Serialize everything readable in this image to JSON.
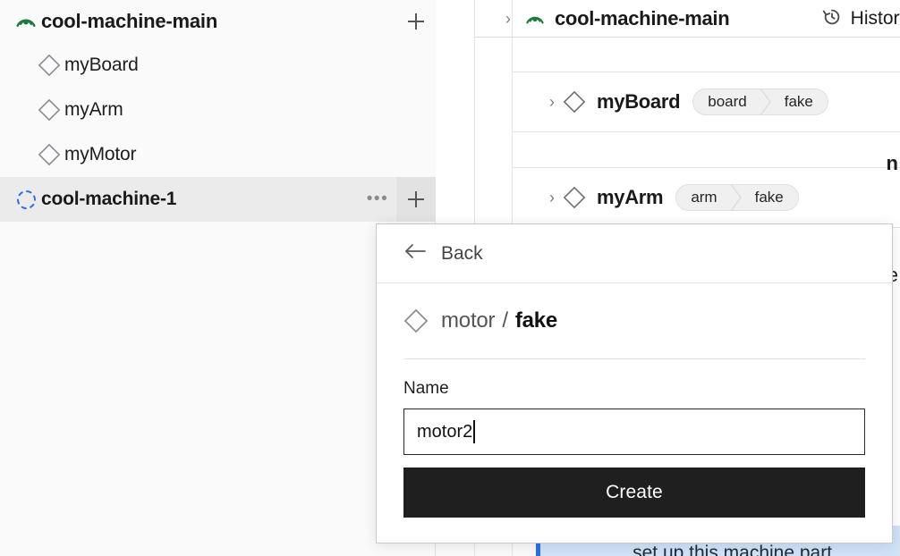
{
  "sidebar": {
    "root": {
      "label": "cool-machine-main",
      "icon": "viam-signal-icon",
      "add_label": "+"
    },
    "items": [
      {
        "label": "myBoard",
        "icon": "diamond-icon"
      },
      {
        "label": "myArm",
        "icon": "diamond-icon"
      },
      {
        "label": "myMotor",
        "icon": "diamond-icon"
      }
    ],
    "selected_part": {
      "label": "cool-machine-1",
      "icon": "dashed-circle-icon",
      "menu_label": "•••",
      "add_label": "+"
    }
  },
  "main": {
    "machine_header": {
      "chevron": "›",
      "title": "cool-machine-main",
      "icon": "viam-signal-icon",
      "history_label": "History",
      "history_icon": "history-clock-icon"
    },
    "parts": [
      {
        "chevron": "›",
        "icon": "diamond-icon",
        "name": "myBoard",
        "type": "board",
        "model": "fake"
      },
      {
        "chevron": "›",
        "icon": "diamond-icon",
        "name": "myArm",
        "type": "arm",
        "model": "fake"
      }
    ],
    "info_banner": {
      "text": "set up this machine part."
    },
    "edge_fragments": {
      "top": "n",
      "bottom": "e"
    }
  },
  "modal": {
    "back_label": "Back",
    "back_icon": "arrow-left-icon",
    "subject_icon": "diamond-icon",
    "subject_type": "motor",
    "subject_separator": "/",
    "subject_model": "fake",
    "name_label": "Name",
    "name_value": "motor2",
    "name_placeholder": "",
    "create_label": "Create"
  },
  "colors": {
    "brand_green": "#1f7a3d",
    "accent_blue": "#2f6fe4",
    "banner_bg": "#cfe2f7",
    "button_dark": "#1f1f1f",
    "sidebar_bg": "#fafafa",
    "selected_row": "#ebebeb"
  }
}
